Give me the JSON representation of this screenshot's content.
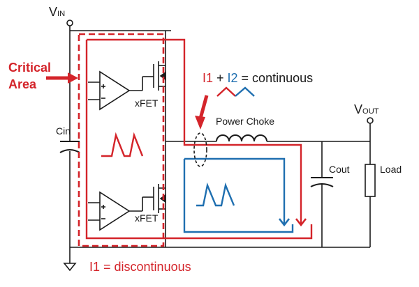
{
  "labels": {
    "vin": "V",
    "vin_sub": "IN",
    "vout": "V",
    "vout_sub": "OUT",
    "critical_line1": "Critical",
    "critical_line2": "Area",
    "cin": "Cin",
    "cout": "Cout",
    "load": "Load",
    "power_choke": "Power Choke",
    "xfet_top": "xFET",
    "xfet_bottom": "xFET",
    "eq_i1": "I1",
    "eq_plus": " + ",
    "eq_i2": "I2",
    "eq_rest": " = continuous",
    "discontinuous": "I1 = discontinuous"
  },
  "colors": {
    "wire": "#1a1a1a",
    "i1_red": "#d4242a",
    "i2_blue": "#1f6fb0"
  }
}
